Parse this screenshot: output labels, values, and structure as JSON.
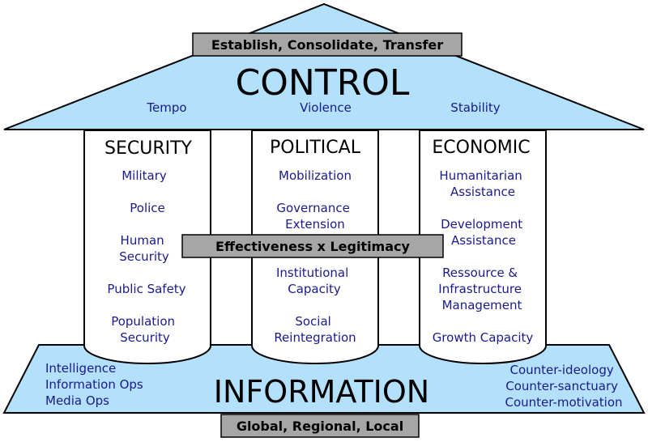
{
  "roof": {
    "banner": "Establish, Consolidate, Transfer",
    "title": "CONTROL",
    "labels": [
      "Tempo",
      "Violence",
      "Stability"
    ]
  },
  "pillars": [
    {
      "title": "SECURITY",
      "items": [
        [
          "Military"
        ],
        [
          "Police"
        ],
        [
          "Human",
          "Security"
        ],
        [
          "Public Safety"
        ],
        [
          "Population",
          "Security"
        ]
      ]
    },
    {
      "title": "POLITICAL",
      "items": [
        [
          "Mobilization"
        ],
        [
          "Governance",
          "Extension"
        ],
        [
          "Institutional",
          "Capacity"
        ],
        [
          "Social",
          "Reintegration"
        ]
      ]
    },
    {
      "title": "ECONOMIC",
      "items": [
        [
          "Humanitarian",
          "Assistance"
        ],
        [
          "Development",
          "Assistance"
        ],
        [
          "Ressource &",
          "Infrastructure",
          "Management"
        ],
        [
          "Growth Capacity"
        ]
      ]
    }
  ],
  "center_banner": "Effectiveness x Legitimacy",
  "base": {
    "title": "INFORMATION",
    "left": [
      "Intelligence",
      "Information Ops",
      "Media Ops"
    ],
    "right": [
      "Counter-ideology",
      "Counter-sanctuary",
      "Counter-motivation"
    ],
    "banner": "Global, Regional, Local"
  },
  "colors": {
    "fill": "#b3e0fb",
    "banner": "#a6a6a6",
    "text_blue": "#1a1a8c"
  }
}
